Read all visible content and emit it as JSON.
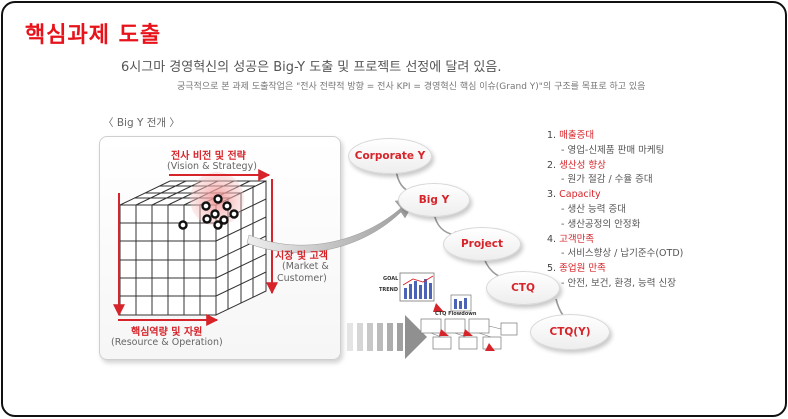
{
  "title": "핵심과제 도출",
  "subtitle": "6시그마 경영혁신의 성공은 Big-Y 도출 및 프로젝트 선정에 달려 있음.",
  "description": "궁극적으로 본 과제 도출작업은 \"전사 전략적 방향 = 전사 KPI = 경영혁신 핵심 이슈(Grand Y)\"의 구조를 목표로 하고 있음",
  "big_y_label": "〈 Big Y 전개 〉",
  "cube": {
    "vision_ko": "전사 비전 및 전략",
    "vision_en": "(Vision & Strategy)",
    "market_ko": "시장 및 고객",
    "market_en1": "(Market &",
    "market_en2": "Customer)",
    "core_ko": "핵심역량 및 자원",
    "core_en": "(Resource & Operation)"
  },
  "flow": [
    "Corporate Y",
    "Big Y",
    "Project",
    "CTQ",
    "CTQ(Y)"
  ],
  "mini": {
    "goal": "GOAL",
    "trend": "TREND",
    "ctq_flowdown": "CTQ Flowdown"
  },
  "list": [
    {
      "num": "1.",
      "title": "매출증대",
      "items": [
        "영업-신제품 판매 마케팅"
      ]
    },
    {
      "num": "2.",
      "title": "생산성 향상",
      "items": [
        "원가 절감 / 수율 증대"
      ]
    },
    {
      "num": "3.",
      "title": "Capacity",
      "items": [
        "생산 능력 증대",
        "생산공정의 안정화"
      ]
    },
    {
      "num": "4.",
      "title": "고객만족",
      "items": [
        "서비스향상 / 납기준수(OTD)"
      ]
    },
    {
      "num": "5.",
      "title": "종업원 만족",
      "items": [
        "안전, 보건, 환경, 능력 신장"
      ]
    }
  ],
  "colors": {
    "accent": "#e8121a",
    "label_red": "#d6242a",
    "gray_text": "#555555"
  }
}
